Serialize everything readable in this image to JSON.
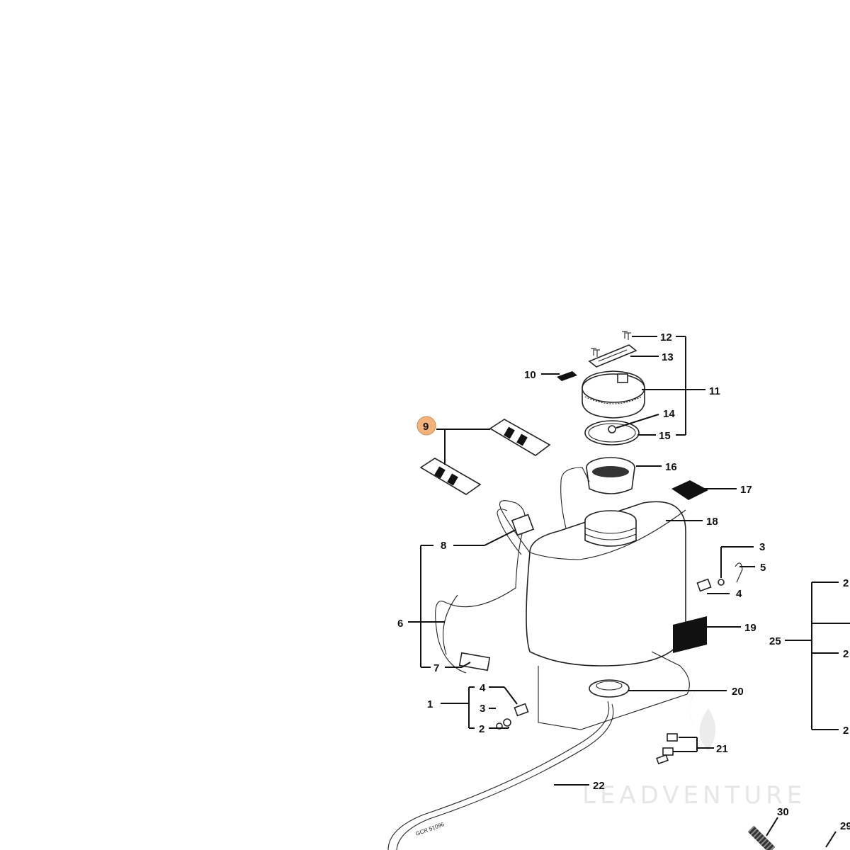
{
  "callouts": {
    "c1": "1",
    "c2": "2",
    "c3a": "3",
    "c3b": "3",
    "c4a": "4",
    "c4b": "4",
    "c5": "5",
    "c6": "6",
    "c7": "7",
    "c8": "8",
    "c9": "9",
    "c10": "10",
    "c11": "11",
    "c12": "12",
    "c13": "13",
    "c14": "14",
    "c15": "15",
    "c16": "16",
    "c17": "17",
    "c18": "18",
    "c19": "19",
    "c20": "20",
    "c21": "21",
    "c22": "22",
    "c25": "25",
    "c30": "30",
    "c29": "29",
    "c2a": "2",
    "c2b": "2",
    "c2c": "2"
  },
  "highlight_color": "#f2b27a",
  "drawing_code": "GCR 51096",
  "watermark": "LEADVENTURE"
}
